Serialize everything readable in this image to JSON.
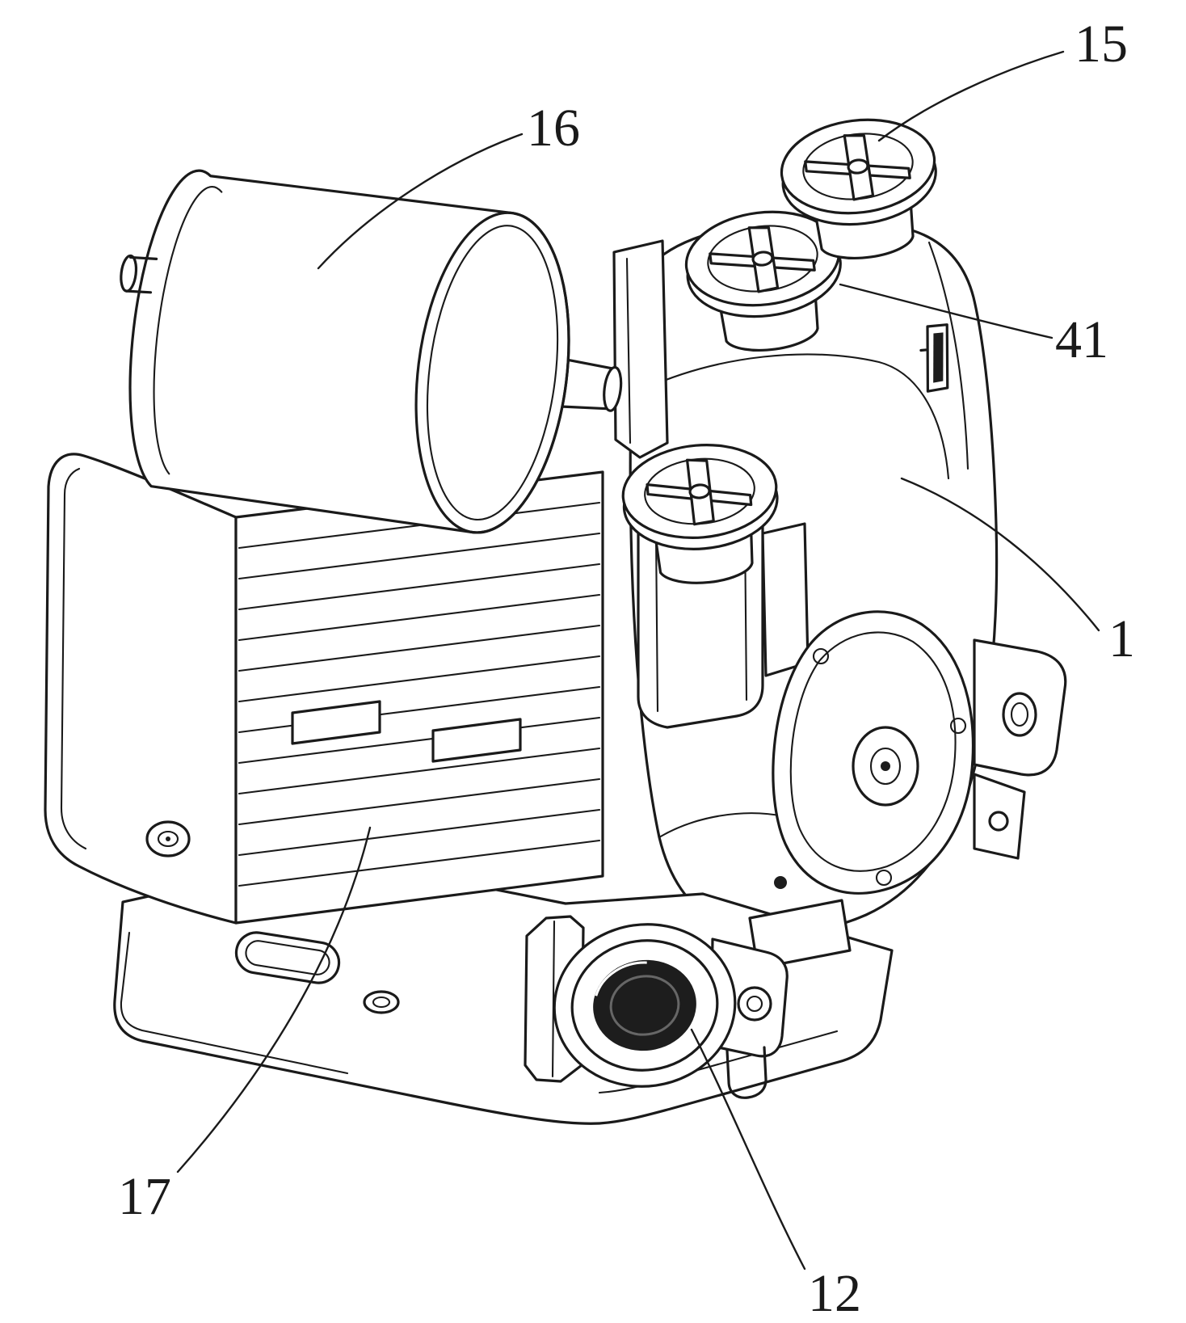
{
  "figure": {
    "type": "patent-line-drawing",
    "subject": "self-priming-pump-assembly",
    "background_color": "#ffffff",
    "line_color": "#1a1a1a",
    "reference_labels": {
      "n15": {
        "text": "15",
        "points_to": "top-filler-cap"
      },
      "n16": {
        "text": "16",
        "points_to": "pressure-tank"
      },
      "n41": {
        "text": "41",
        "points_to": "housing-clip"
      },
      "n1": {
        "text": "1",
        "points_to": "pump-housing"
      },
      "n17": {
        "text": "17",
        "points_to": "motor-cooling-fins"
      },
      "n12": {
        "text": "12",
        "points_to": "outlet-port"
      }
    }
  }
}
